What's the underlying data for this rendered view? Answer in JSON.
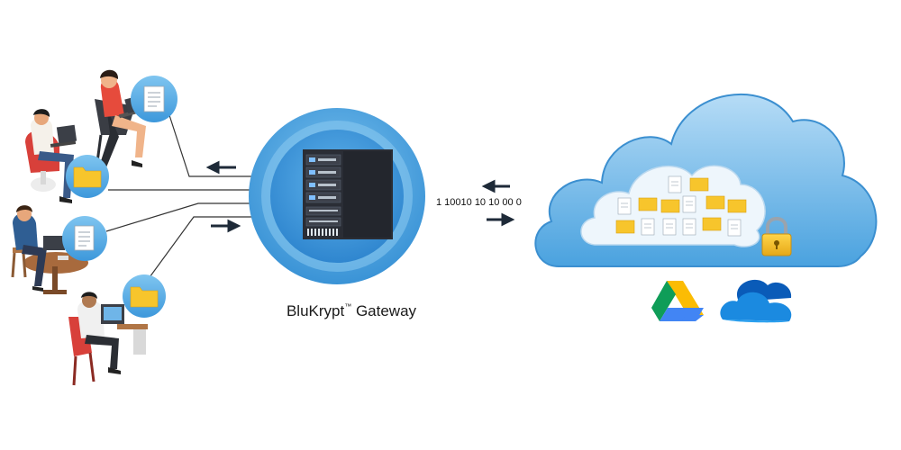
{
  "gateway": {
    "name": "BluKrypt",
    "trademark": "™",
    "suffix": "Gateway"
  },
  "data_stream": {
    "bits": "1  10010 10 10 00 0"
  },
  "icons": {
    "users": [
      "person-icon",
      "person-icon",
      "person-icon",
      "person-icon"
    ],
    "user_badges": [
      "document-icon",
      "folder-icon",
      "document-icon",
      "folder-icon"
    ],
    "gateway": "server-rack-icon",
    "cloud": "cloud-storage-icon",
    "lock": "padlock-icon",
    "providers": [
      "google-drive-icon",
      "onedrive-icon"
    ]
  },
  "colors": {
    "primary_blue": "#3a9ad9",
    "light_blue": "#9fd0f2",
    "folder_yellow": "#f7c52c",
    "server_dark": "#2a2d35"
  }
}
